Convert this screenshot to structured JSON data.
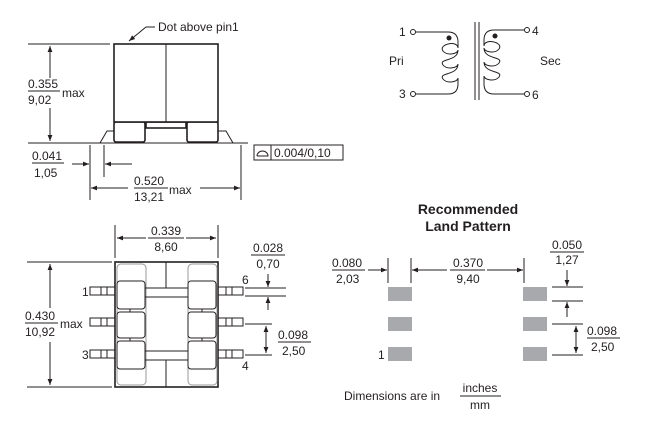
{
  "side_view": {
    "pin1_note": "Dot above pin1",
    "height_in": "0.355",
    "height_mm": "9,02",
    "height_suffix": "max",
    "standoff_in": "0.041",
    "standoff_mm": "1,05",
    "width_in": "0.520",
    "width_mm": "13,21",
    "width_suffix": "max",
    "coplanarity": "0.004/0,10"
  },
  "bottom_view": {
    "width_in": "0.339",
    "width_mm": "8,60",
    "height_in": "0.430",
    "height_mm": "10,92",
    "height_suffix": "max",
    "lead_width_in": "0.028",
    "lead_width_mm": "0,70",
    "pitch_in": "0.098",
    "pitch_mm": "2,50",
    "pins": [
      "1",
      "3",
      "6",
      "4"
    ]
  },
  "schematic": {
    "pins": [
      "1",
      "3",
      "4",
      "6"
    ],
    "primary_label": "Pri",
    "secondary_label": "Sec"
  },
  "land_pattern": {
    "title_line1": "Recommended",
    "title_line2": "Land Pattern",
    "pad_len_in": "0.080",
    "pad_len_mm": "2,03",
    "gap_in": "0.370",
    "gap_mm": "9,40",
    "pad_w_in": "0.050",
    "pad_w_mm": "1,27",
    "pitch_in": "0.098",
    "pitch_mm": "2,50",
    "pin1": "1"
  },
  "units_note": {
    "text": "Dimensions are in",
    "numerator": "inches",
    "denominator": "mm"
  },
  "colors": {
    "ink": "#231f20",
    "pad": "#a7a9ac"
  }
}
